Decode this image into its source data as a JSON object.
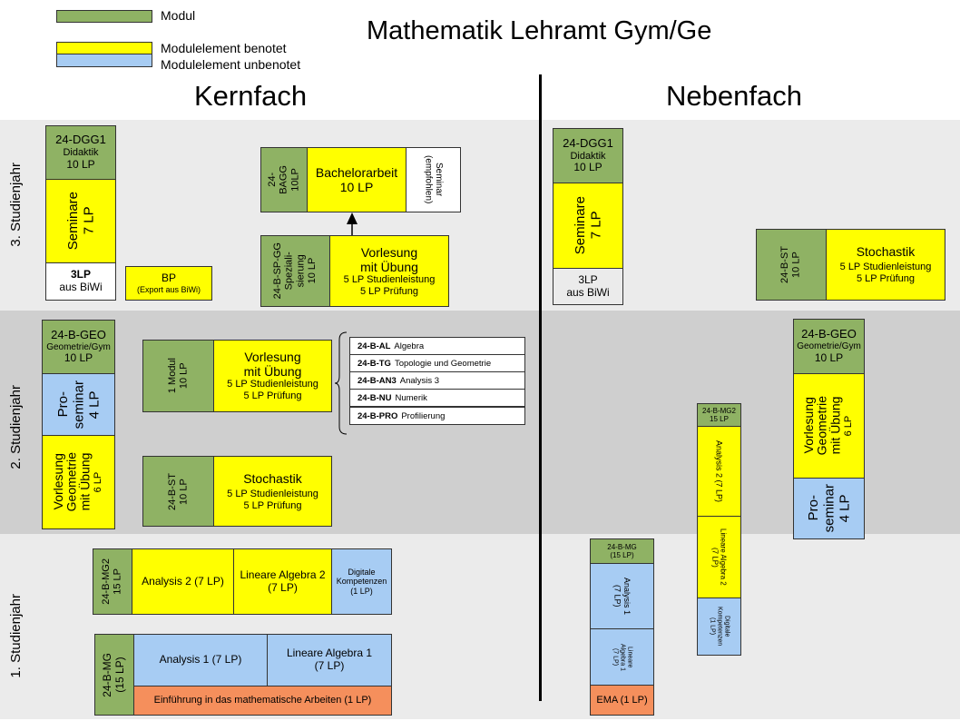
{
  "title": "Mathematik Lehramt Gym/Ge",
  "legend": {
    "modul": "Modul",
    "benotet": "Modulelement benotet",
    "unbenotet": "Modulelement unbenotet"
  },
  "headings": {
    "kernfach": "Kernfach",
    "nebenfach": "Nebenfach"
  },
  "years": {
    "y3": "3. Studienjahr",
    "y2": "2. Studienjahr",
    "y1": "1. Studienjahr"
  },
  "colors": {
    "modul": "#8fb264",
    "benotet": "#ffff00",
    "unbenotet": "#a7ccf3",
    "ema": "#f58f5c",
    "band_light": "#ebebeb",
    "band_dark": "#cfcfcf"
  },
  "kern": {
    "dgg1_code": "24-DGG1",
    "dgg1_name": "Didaktik",
    "dgg1_lp": "10 LP",
    "seminare": "Seminare",
    "seminare_lp": "7 LP",
    "biwi_lp": "3LP",
    "biwi": "aus BiWi",
    "bp": "BP",
    "bp_sub": "(Export aus BiWi)",
    "bagg_code": "24-",
    "bagg_code2": "BAGG",
    "bagg_lp": "10LP",
    "ba": "Bachelorarbeit",
    "ba_lp": "10 LP",
    "sem_empf": "Seminar",
    "sem_empf2": "(empfohlen)",
    "spgg_code": "24-B-SP-GG",
    "spgg_name": "Speziali-",
    "spgg_name2": "sierung",
    "spgg_lp": "10 LP",
    "spgg_vl": "Vorlesung",
    "spgg_vl2": "mit Übung",
    "spgg_sl": "5 LP Studienleistung",
    "spgg_pr": "5 LP Prüfung",
    "geo_code": "24-B-GEO",
    "geo_name": "Geometrie/Gym",
    "geo_lp": "10 LP",
    "geo_pro": "Pro-",
    "geo_pro2": "seminar",
    "geo_pro_lp": "4 LP",
    "geo_vl": "Vorlesung",
    "geo_vl2": "Geometrie",
    "geo_vl3": "mit Übung",
    "geo_vl_lp": "6 LP",
    "modul1": "1 Modul",
    "modul1_lp": "10 LP",
    "m1_vl": "Vorlesung",
    "m1_vl2": "mit Übung",
    "m1_sl": "5 LP Studienleistung",
    "m1_pr": "5 LP Prüfung",
    "st_code": "24-B-ST",
    "st_lp": "10 LP",
    "st_name": "Stochastik",
    "st_sl": "5 LP Studienleistung",
    "st_pr": "5 LP Prüfung",
    "list": [
      {
        "code": "24-B-AL",
        "name": "Algebra"
      },
      {
        "code": "24-B-TG",
        "name": "Topologie und Geometrie"
      },
      {
        "code": "24-B-AN3",
        "name": "Analysis 3"
      },
      {
        "code": "24-B-NU",
        "name": "Numerik"
      },
      {
        "code": "24-B-PRO",
        "name": "Profilierung"
      }
    ],
    "mg2_code": "24-B-MG2",
    "mg2_lp": "15 LP",
    "mg2_an": "Analysis  2 (7 LP)",
    "mg2_la": "Lineare Algebra 2",
    "mg2_la_lp": "(7 LP)",
    "dk": "Digitale",
    "dk2": "Kompetenzen",
    "dk_lp": "(1 LP)",
    "mg_code": "24-B-MG",
    "mg_lp": "(15 LP)",
    "mg_an": "Analysis  1 (7 LP)",
    "mg_la": "Lineare Algebra 1",
    "mg_la_lp": "(7 LP)",
    "ema": "Einführung in das mathematische Arbeiten (1 LP)"
  },
  "neben": {
    "dgg1_code": "24-DGG1",
    "dgg1_name": "Didaktik",
    "dgg1_lp": "10 LP",
    "seminare": "Seminare",
    "seminare_lp": "7 LP",
    "biwi_lp": "3LP",
    "biwi": "aus BiWi",
    "st_code": "24-B-ST",
    "st_lp": "10 LP",
    "st_name": "Stochastik",
    "st_sl": "5 LP Studienleistung",
    "st_pr": "5 LP Prüfung",
    "geo_code": "24-B-GEO",
    "geo_name": "Geometrie/Gym",
    "geo_lp": "10 LP",
    "geo_vl": "Vorlesung",
    "geo_vl2": "Geometrie",
    "geo_vl3": "mit Übung",
    "geo_vl_lp": "6 LP",
    "geo_pro": "Pro-",
    "geo_pro2": "seminar",
    "geo_pro_lp": "4 LP",
    "mg2_code": "24-B-MG2",
    "mg2_lp": "15 LP",
    "mg2_an": "Analysis  2 (7 LP)",
    "mg2_la": "Lineare Algebra 2",
    "mg2_la_lp": "(7 LP)",
    "dk": "Digitale",
    "dk2": "Kompetenzen",
    "dk_lp": "(1 LP)",
    "mg_code": "24-B-MG",
    "mg_lp": "(15 LP)",
    "mg_an": "Analysis  1",
    "mg_an_lp": "(7 LP)",
    "mg_la": "Lineare",
    "mg_la2": "Algebra 1",
    "mg_la_lp": "(7 LP)",
    "ema": "EMA (1 LP)"
  }
}
